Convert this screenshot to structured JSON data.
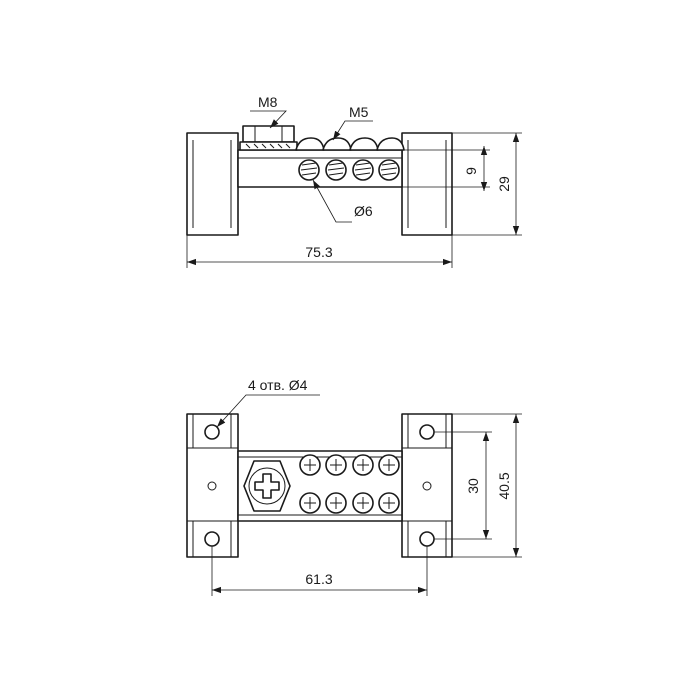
{
  "top_view": {
    "label_m8": "M8",
    "label_m5": "M5",
    "label_d6": "Ø6",
    "dim_height_inner": "9",
    "dim_height_total": "29",
    "dim_length_total": "75.3"
  },
  "bottom_view": {
    "label_holes": "4 отв. Ø4",
    "dim_hole_spacing_v": "30",
    "dim_height_total": "40.5",
    "dim_hole_spacing_h": "61.3"
  },
  "colors": {
    "line": "#1a1a1a",
    "background": "#ffffff"
  }
}
